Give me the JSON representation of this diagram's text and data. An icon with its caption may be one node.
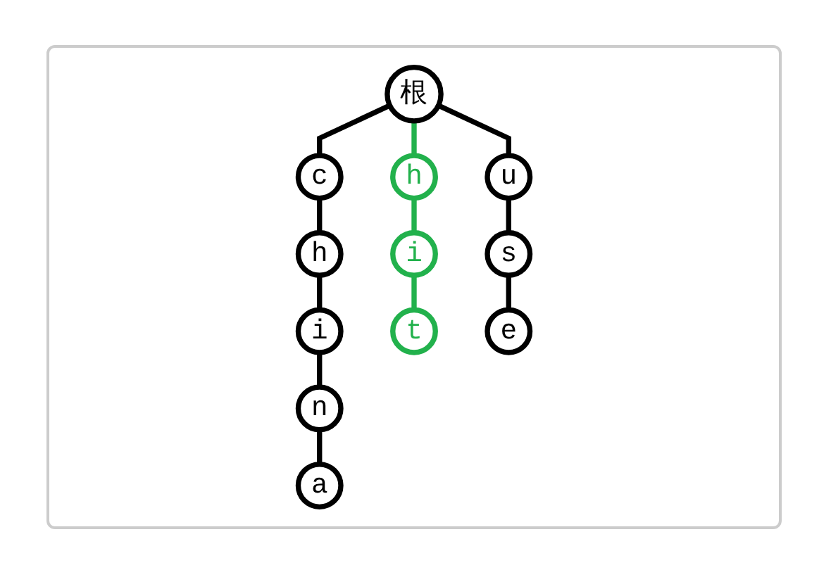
{
  "diagram": {
    "nodes": [
      {
        "text": [
          "根"
        ]
      },
      {
        "text": [
          "c"
        ]
      },
      {
        "text": [
          "h"
        ]
      },
      {
        "text": [
          "i"
        ]
      },
      {
        "text": [
          "n"
        ]
      },
      {
        "text": [
          "a"
        ]
      },
      {
        "text": [
          "h"
        ]
      },
      {
        "text": [
          "i"
        ]
      },
      {
        "text": [
          "t"
        ]
      },
      {
        "text": [
          "u"
        ]
      },
      {
        "text": [
          "s"
        ]
      },
      {
        "text": [
          "e"
        ]
      }
    ],
    "edges": [
      {
        "from": 0,
        "to": 1,
        "arrow": "none"
      },
      {
        "from": 1,
        "to": 2,
        "arrow": "none"
      },
      {
        "from": 2,
        "to": 3,
        "arrow": "none"
      },
      {
        "from": 3,
        "to": 4,
        "arrow": "none"
      },
      {
        "from": 4,
        "to": 5,
        "arrow": "none"
      },
      {
        "from": 0,
        "to": 6,
        "arrow": "none",
        "color": "#22b14c"
      },
      {
        "from": 6,
        "to": 7,
        "arrow": "none",
        "color": "#22b14c"
      },
      {
        "from": 7,
        "to": 8,
        "arrow": "none",
        "color": "#22b14c"
      },
      {
        "from": 0,
        "to": 9,
        "arrow": "none"
      },
      {
        "from": 9,
        "to": 10,
        "arrow": "none"
      },
      {
        "from": 10,
        "to": 11,
        "arrow": "none"
      }
    ]
  }
}
